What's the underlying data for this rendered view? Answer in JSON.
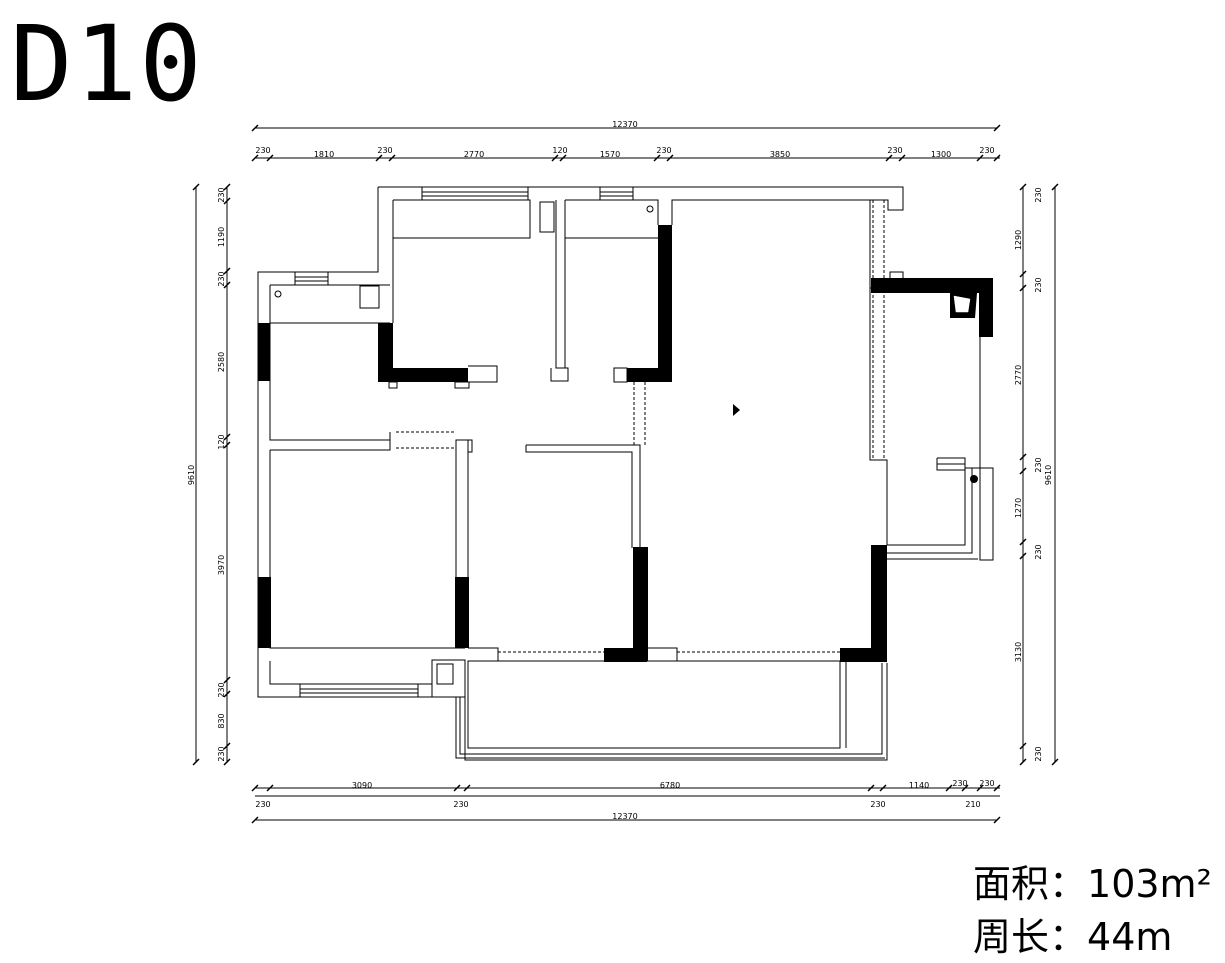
{
  "plan_title": "D10",
  "area": {
    "label": "面积：",
    "value": "103m²"
  },
  "perimeter": {
    "label": "周长：",
    "value": "44m"
  },
  "dimensions": {
    "top_total": "12370",
    "top": [
      "230",
      "1810",
      "230",
      "2770",
      "120",
      "1570",
      "230",
      "3850",
      "230",
      "1300",
      "230"
    ],
    "bottom_top_row": [
      "3090",
      "6780",
      "1140",
      "230",
      "230"
    ],
    "bottom_bottom_row": [
      "230",
      "230",
      "230",
      "210"
    ],
    "bottom_total": "12370",
    "left_total": "9610",
    "left": [
      "230",
      "1190",
      "230",
      "2580",
      "120",
      "3970",
      "230",
      "830",
      "230"
    ],
    "right_total": "9610",
    "right": [
      "230",
      "1290",
      "230",
      "2770",
      "230",
      "1270",
      "230",
      "3130",
      "230"
    ]
  },
  "colors": {
    "line": "#000000",
    "wall_fill": "#000000",
    "background": "#ffffff"
  }
}
